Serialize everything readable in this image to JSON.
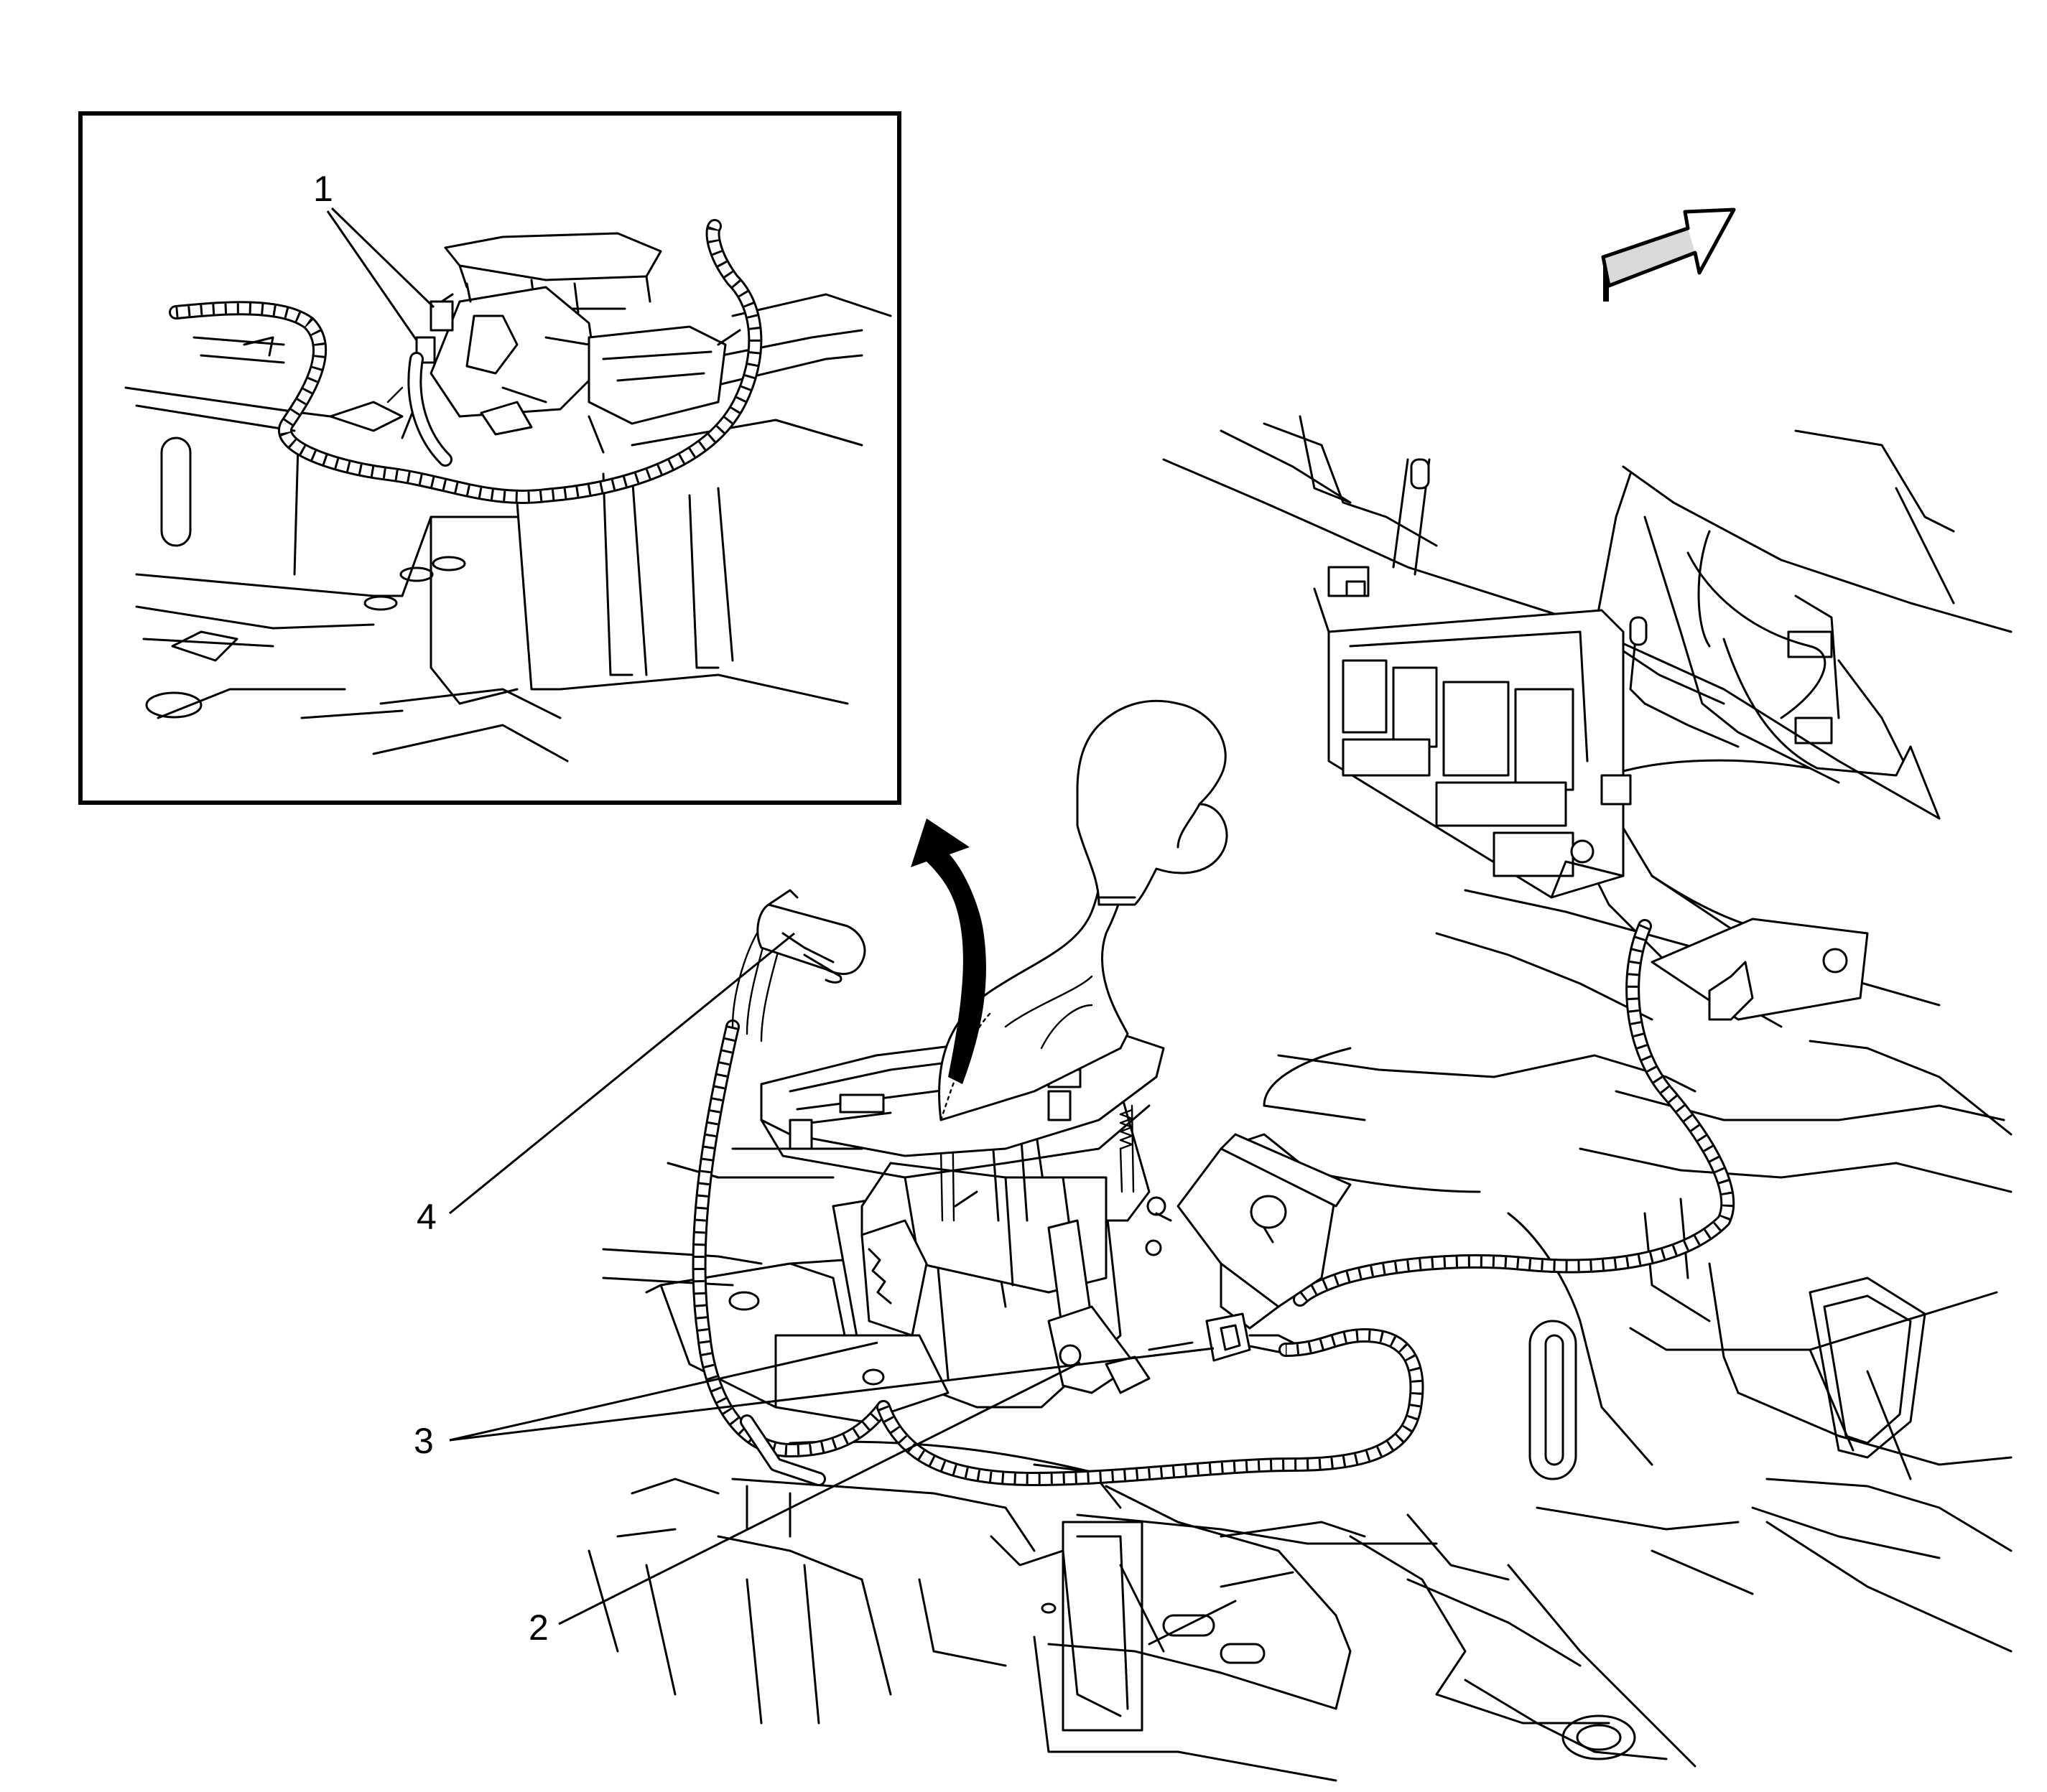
{
  "diagram": {
    "callouts": [
      {
        "id": "1",
        "label": "1"
      },
      {
        "id": "2",
        "label": "2"
      },
      {
        "id": "3",
        "label": "3"
      },
      {
        "id": "4",
        "label": "4"
      }
    ],
    "colors": {
      "line": "#000000",
      "background": "#ffffff"
    },
    "icons": [
      "front-direction-arrow-icon",
      "lift-direction-arrow-icon"
    ]
  }
}
